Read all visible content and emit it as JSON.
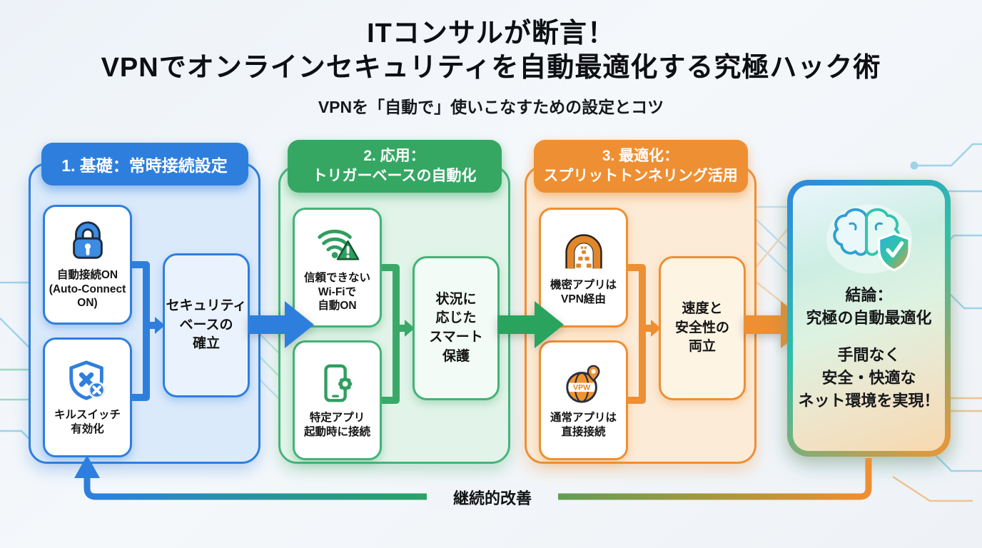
{
  "title": {
    "line1": "ITコンサルが断言！",
    "line2": "VPNでオンラインセキュリティを自動最適化する究極ハック術",
    "subtitle": "VPNを「自動で」使いこなすための設定とコツ"
  },
  "sections": [
    {
      "header": "1. 基礎：常時接続設定",
      "accent_color": "#2e7fdd",
      "panel_bg": "#dbeafb",
      "cards": [
        {
          "icon": "lock-icon",
          "label": "自動接続ON\n(Auto-Connect\nON)"
        },
        {
          "icon": "kill-switch-shield-icon",
          "label": "キルスイッチ\n有効化"
        }
      ],
      "outcome": "セキュリティ\nベースの\n確立"
    },
    {
      "header": "2. 応用：\nトリガーベースの自動化",
      "accent_color": "#35a763",
      "panel_bg": "#e2f4e9",
      "cards": [
        {
          "icon": "wifi-warning-icon",
          "label": "信頼できない\nWi-Fiで\n自動ON"
        },
        {
          "icon": "app-trigger-phone-icon",
          "label": "特定アプリ\n起動時に接続"
        }
      ],
      "outcome": "状況に\n応じた\nスマート\n保護"
    },
    {
      "header": "3. 最適化：\nスプリットトンネリング活用",
      "accent_color": "#ee8f33",
      "panel_bg": "#fcebd7",
      "cards": [
        {
          "icon": "vpn-tunnel-icon",
          "label": "機密アプリは\nVPN経由"
        },
        {
          "icon": "globe-direct-icon",
          "label": "通常アプリは\n直接接続"
        }
      ],
      "outcome": "速度と\n安全性の\n両立"
    }
  ],
  "result": {
    "icon": "brain-shield-icon",
    "heading": "結論：\n究極の自動最適化",
    "body": "手間なく\n安全・快適な\nネット環境を実現！",
    "border_gradient": [
      "#2e86e0",
      "#2fc0a8",
      "#f09433"
    ]
  },
  "loop": {
    "label": "継続的改善",
    "gradient": [
      "#2e7fdd",
      "#2aa35f",
      "#ee8f33"
    ]
  }
}
